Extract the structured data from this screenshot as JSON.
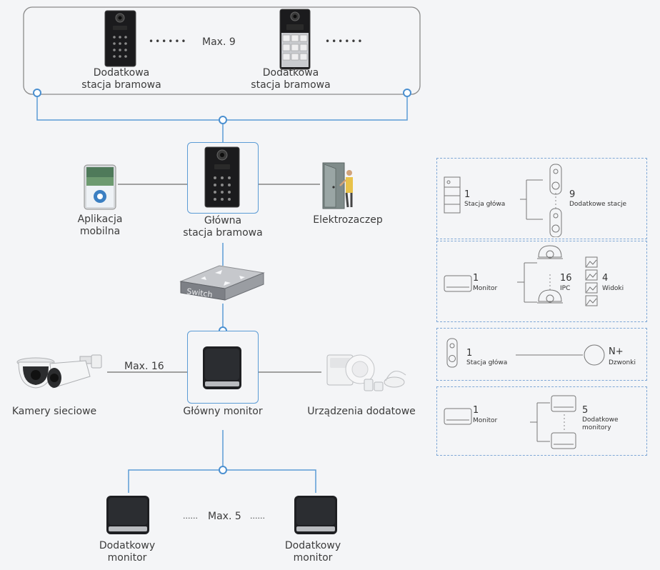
{
  "top_group": {
    "max_label": "Max. 9",
    "dots": "••••••",
    "station_left": [
      "Dodatkowa",
      "stacja bramowa"
    ],
    "station_right": [
      "Dodatkowa",
      "stacja bramowa"
    ]
  },
  "main_row": {
    "app_label": [
      "Aplikacja",
      "mobilna"
    ],
    "main_station_label": [
      "Główna",
      "stacja bramowa"
    ],
    "lock_label": "Elektrozaczep"
  },
  "switch": {
    "label": "Switch"
  },
  "monitor_row": {
    "cameras_label": "Kamery sieciowe",
    "cameras_max": "Max. 16",
    "main_monitor_label": "Główny monitor",
    "accessories_label": "Urządzenia dodatowe"
  },
  "bottom_group": {
    "max_label": "Max. 5",
    "dots_left": "······",
    "dots_right": "······",
    "monitor_left": [
      "Dodatkowy",
      "monitor"
    ],
    "monitor_right": [
      "Dodatkowy",
      "monitor"
    ]
  },
  "legend": {
    "panel1": {
      "count_left": "1",
      "label_left": "Stacja główa",
      "count_right": "9",
      "label_right": "Dodatkowe stacje"
    },
    "panel2": {
      "count_left": "1",
      "label_left": "Monitor",
      "count_mid": "16",
      "label_mid": "IPC",
      "count_right": "4",
      "label_right": "Widoki"
    },
    "panel3": {
      "count_left": "1",
      "label_left": "Stacja główa",
      "count_right": "N+",
      "label_right": "Dzwonki"
    },
    "panel4": {
      "count_left": "1",
      "label_left": "Monitor",
      "count_right": "5",
      "label_right": [
        "Dodatkowe",
        "monitory"
      ]
    }
  },
  "colors": {
    "line_blue": "#5b9bd5",
    "node_blue": "#4a8fd0",
    "panel_border": "#7ea7d6"
  }
}
